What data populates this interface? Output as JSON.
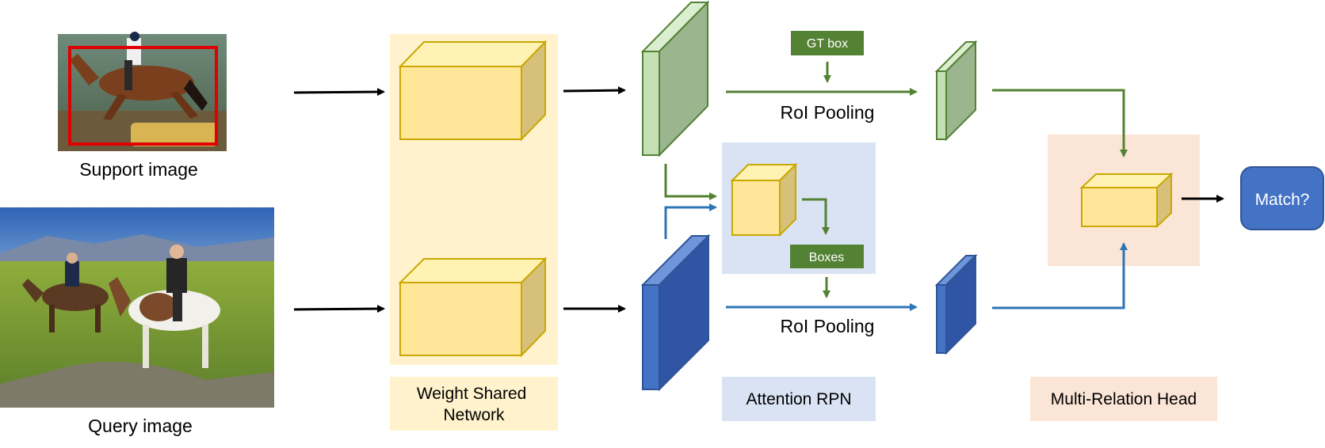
{
  "labels": {
    "support_image": "Support image",
    "query_image": "Query image",
    "weight_shared_line1": "Weight Shared",
    "weight_shared_line2": "Network",
    "gt_box": "GT box",
    "roi_pooling_top": "RoI Pooling",
    "roi_pooling_bottom": "RoI Pooling",
    "boxes": "Boxes",
    "attention_rpn": "Attention RPN",
    "multi_relation_head": "Multi-Relation Head",
    "match": "Match?"
  },
  "colors": {
    "panel_yellow": "#fff2cc",
    "panel_blue": "#dae3f3",
    "panel_peach": "#fbe5d6",
    "cube_front": "#ffe699",
    "cube_top": "#fff2b3",
    "cube_side": "#d6c07a",
    "cube_edge": "#c9a800",
    "green_feature_front": "#9bb58f",
    "green_feature_side": "#c5e0b4",
    "green_edge": "#548235",
    "blue_feature_front": "#2f55a4",
    "blue_feature_side": "#5b84d0",
    "blue_edge": "#2f5597",
    "green_arrow": "#548235",
    "blue_arrow": "#2e75b6",
    "black_arrow": "#000000",
    "green_label_box": "#548235",
    "match_box": "#4472c4",
    "support_bbox": "#e00000"
  },
  "icons": {
    "support_photo": "horse-rider-jumping-photo",
    "query_photo": "two-riders-on-horses-photo"
  }
}
